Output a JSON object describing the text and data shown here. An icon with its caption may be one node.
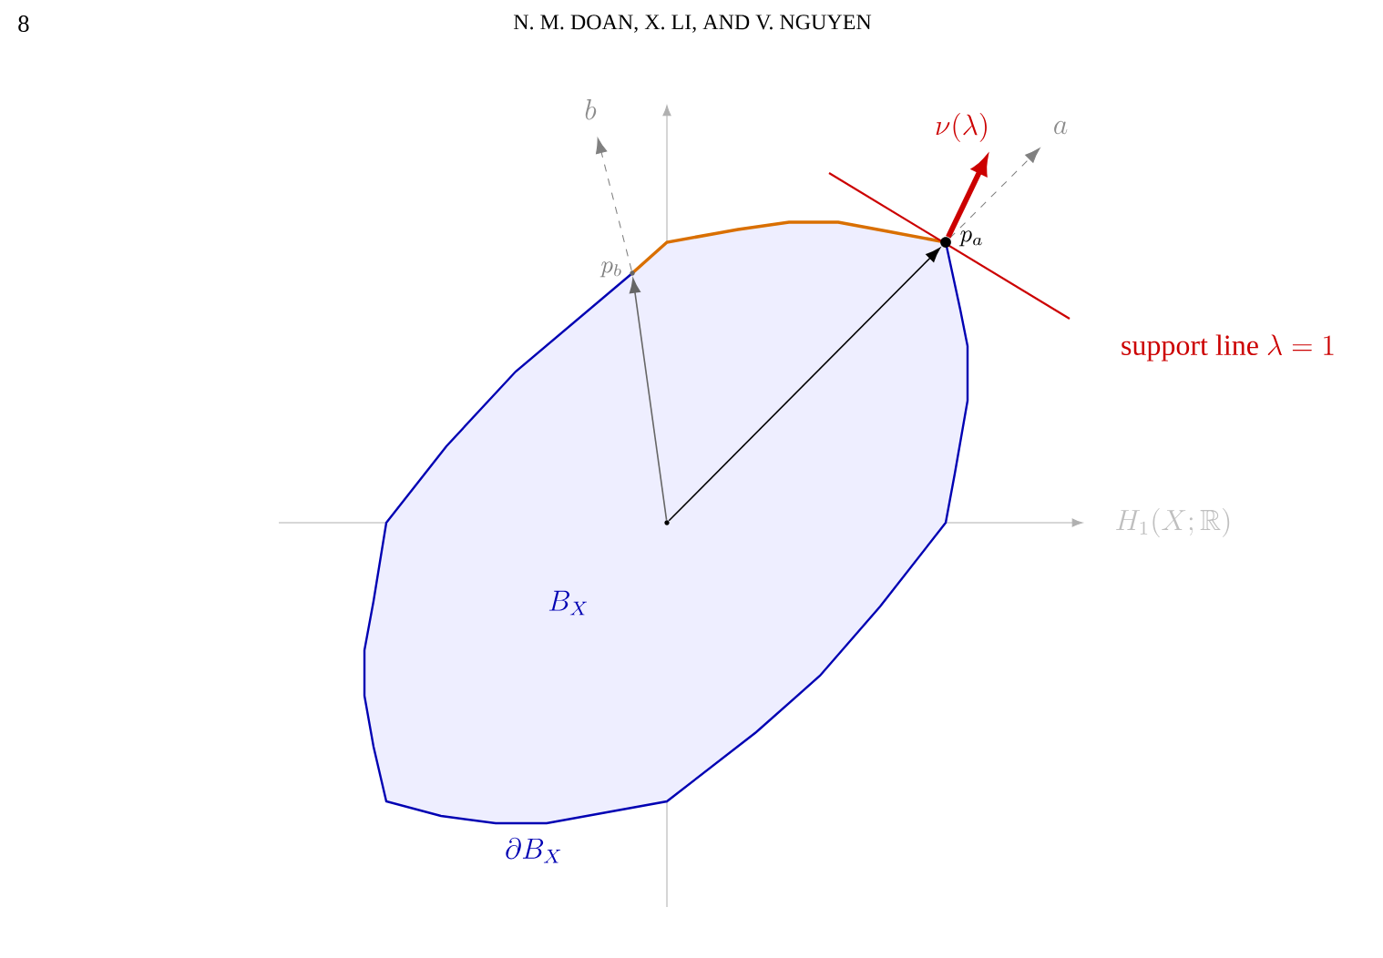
{
  "diagram": {
    "nodes": [
      {
        "text": [],
        "shape": "point"
      },
      {
        "text": [],
        "shape": "point",
        "beside": [
          "p_b"
        ]
      },
      {
        "text": [],
        "shape": "point",
        "beside": [
          "p_a"
        ]
      },
      {
        "text": [
          "b"
        ]
      },
      {
        "text": [
          "a"
        ]
      },
      {
        "text": [
          "\\nu(\\lambda)"
        ]
      }
    ],
    "edges": [
      {
        "from": 0,
        "to": 2,
        "arrow": "to",
        "color": "#000000"
      },
      {
        "from": 0,
        "to": 1,
        "arrow": "to",
        "color": "#666666"
      },
      {
        "from": 1,
        "to": 3,
        "arrow": "to",
        "style": "dashed",
        "color": "#808080"
      },
      {
        "from": 2,
        "to": 4,
        "arrow": "to",
        "style": "dashed",
        "color": "#808080"
      },
      {
        "from": 2,
        "to": 5,
        "arrow": "to",
        "style": "thick",
        "color": "#cc0000"
      }
    ],
    "labels": [
      "8",
      "N. M. DOAN, X. LI, AND V. NGUYEN",
      "\\text{support line }\\lambda=1",
      "H_1(X;\\mathbb{R})",
      "B_X",
      "\\partial B_X"
    ]
  }
}
